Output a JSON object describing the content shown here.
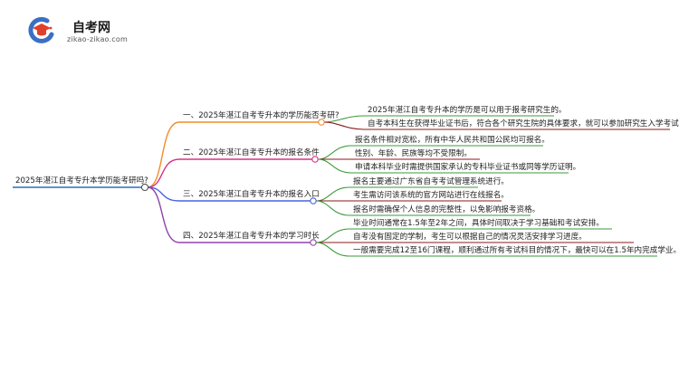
{
  "logo": {
    "title": "自考网",
    "url": "zikao-zikao.com"
  },
  "mindmap": {
    "root": "2025年湛江自考专升本学历能考研吗?",
    "branches": [
      {
        "title": "一、2025年湛江自考专升本的学历能否考研?",
        "color": "#f28c28",
        "leaves": [
          "2025年湛江自考专升本的学历是可以用于报考研究生的。",
          "自考本科生在获得毕业证书后，符合各个研究生院的具体要求，就可以参加研究生入学考试。"
        ]
      },
      {
        "title": "二、2025年湛江自考专升本的报名条件",
        "color": "#d63384",
        "leaves": [
          "报名条件相对宽松，所有中华人民共和国公民均可报名。",
          "性别、年龄、民族等均不受限制。",
          "申请本科毕业时需提供国家承认的专科毕业证书或同等学历证明。"
        ]
      },
      {
        "title": "三、2025年湛江自考专升本的报名入口",
        "color": "#4a62d8",
        "leaves": [
          "报名主要通过广东省自考考试管理系统进行。",
          "考生需访问该系统的官方网站进行在线报名。",
          "报名时需确保个人信息的完整性，以免影响报考资格。"
        ]
      },
      {
        "title": "四、2025年湛江自考专升本的学习时长",
        "color": "#8e44ad",
        "leaves": [
          "毕业时间通常在1.5年至2年之间，具体时间取决于学习基础和考试安排。",
          "自考没有固定的学制，考生可以根据自己的情况灵活安排学习进度。",
          "一般需要完成12至16门课程，顺利通过所有考试科目的情况下，最快可以在1.5年内完成学业。"
        ]
      }
    ]
  },
  "colors": {
    "root": "#2d6fb5",
    "leaf_underline_1": "#3a9b3a",
    "leaf_underline_2": "#8b1a1a"
  }
}
